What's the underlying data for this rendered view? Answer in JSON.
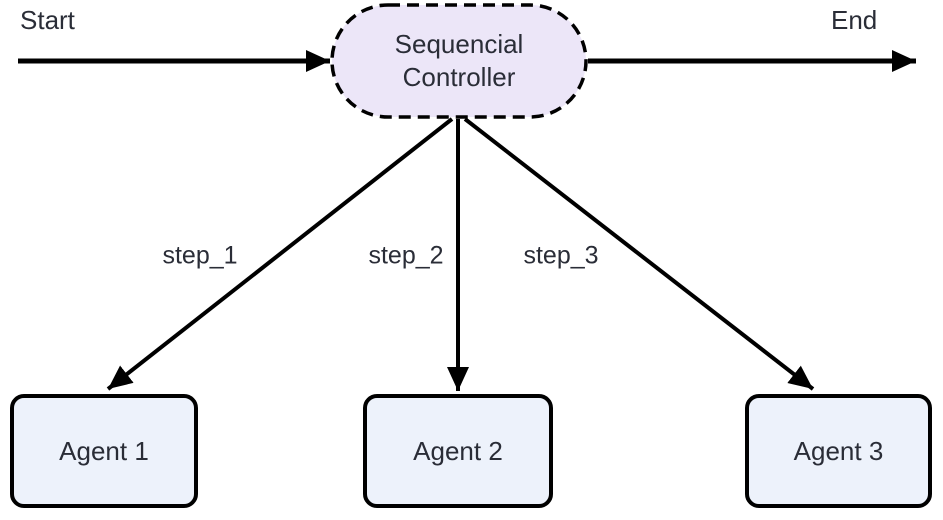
{
  "diagram": {
    "title_semantic": "sequential-controller-flowchart",
    "start": {
      "label": "Start"
    },
    "end": {
      "label": "End"
    },
    "controller": {
      "label": "Sequencial Controller",
      "label_lines": [
        "Sequencial",
        "Controller"
      ],
      "shape": "stadium",
      "border_style": "dashed"
    },
    "steps": [
      {
        "label": "step_1",
        "from": "Sequencial Controller",
        "to": "Agent 1"
      },
      {
        "label": "step_2",
        "from": "Sequencial Controller",
        "to": "Agent 2"
      },
      {
        "label": "step_3",
        "from": "Sequencial Controller",
        "to": "Agent 3"
      }
    ],
    "agents": [
      {
        "label": "Agent 1"
      },
      {
        "label": "Agent 2"
      },
      {
        "label": "Agent 3"
      }
    ],
    "colors": {
      "background": "#ffffff",
      "edge": "#000000",
      "text": "#2a2d37",
      "controller_fill": "#ece6f8",
      "controller_border": "#000000",
      "agent_fill": "#edf2fb",
      "agent_border": "#000000"
    }
  }
}
